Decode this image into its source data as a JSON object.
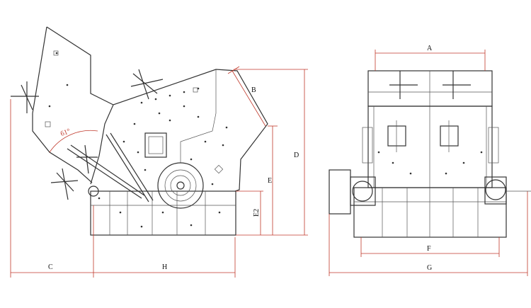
{
  "labels": {
    "A": "A",
    "B": "B",
    "C": "C",
    "D": "D",
    "E": "E",
    "E2": "E2",
    "F": "F",
    "G": "G",
    "H": "H"
  },
  "angle": "61°",
  "colors": {
    "dimension": "#c0392b",
    "lines": "#333333"
  }
}
